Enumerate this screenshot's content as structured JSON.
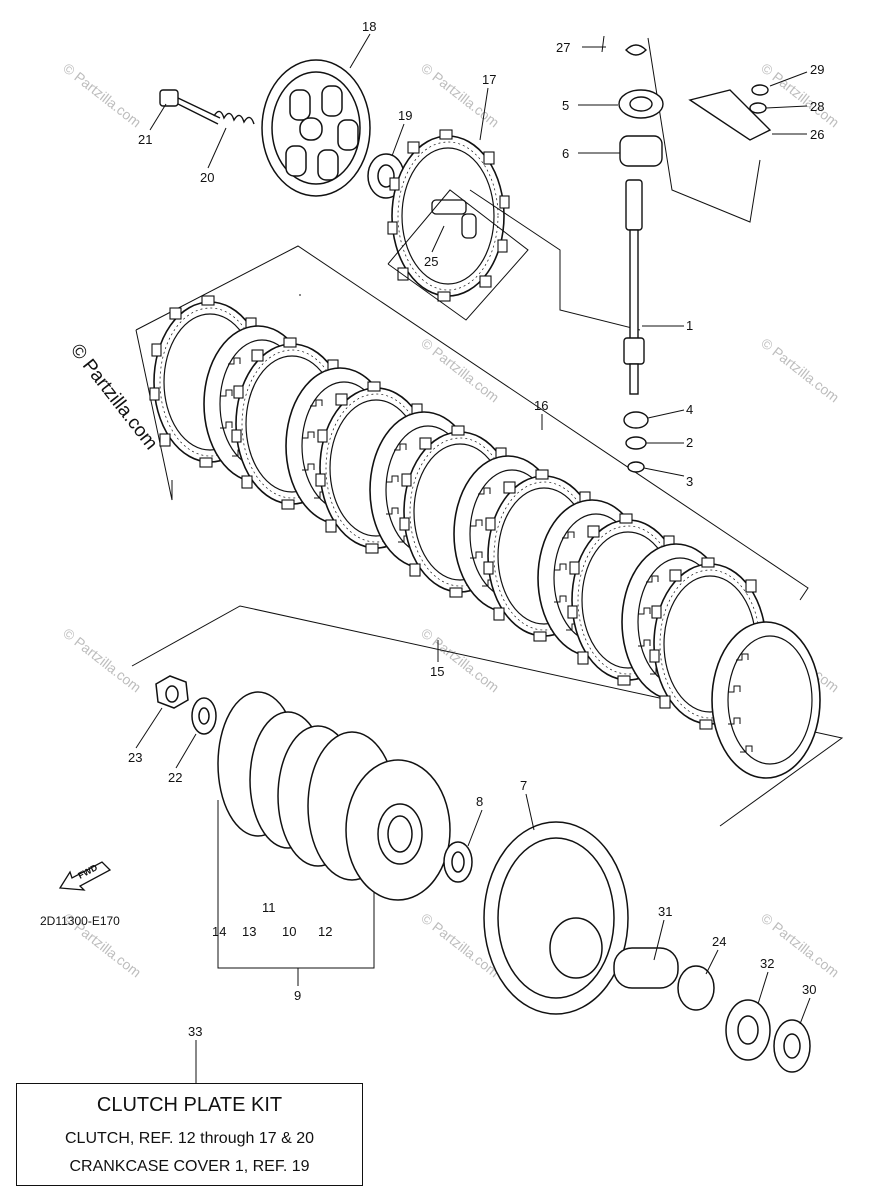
{
  "diagram": {
    "code": "2D11300-E170",
    "fwd_label": "FWD",
    "watermark_small": "© Partzilla.com",
    "watermark_large": "© Partzilla.com",
    "callouts": [
      "1",
      "2",
      "3",
      "4",
      "5",
      "6",
      "7",
      "8",
      "9",
      "10",
      "11",
      "12",
      "13",
      "14",
      "15",
      "16",
      "17",
      "18",
      "19",
      "20",
      "21",
      "22",
      "23",
      "24",
      "25",
      "26",
      "27",
      "28",
      "29",
      "30",
      "31",
      "32",
      "33"
    ]
  },
  "kit": {
    "title": "CLUTCH PLATE KIT",
    "line1": "CLUTCH, REF. 12 through 17 & 20",
    "line2": "CRANKCASE COVER 1, REF. 19"
  },
  "colors": {
    "ink": "#111111",
    "watermark": "#bdbdbd"
  }
}
